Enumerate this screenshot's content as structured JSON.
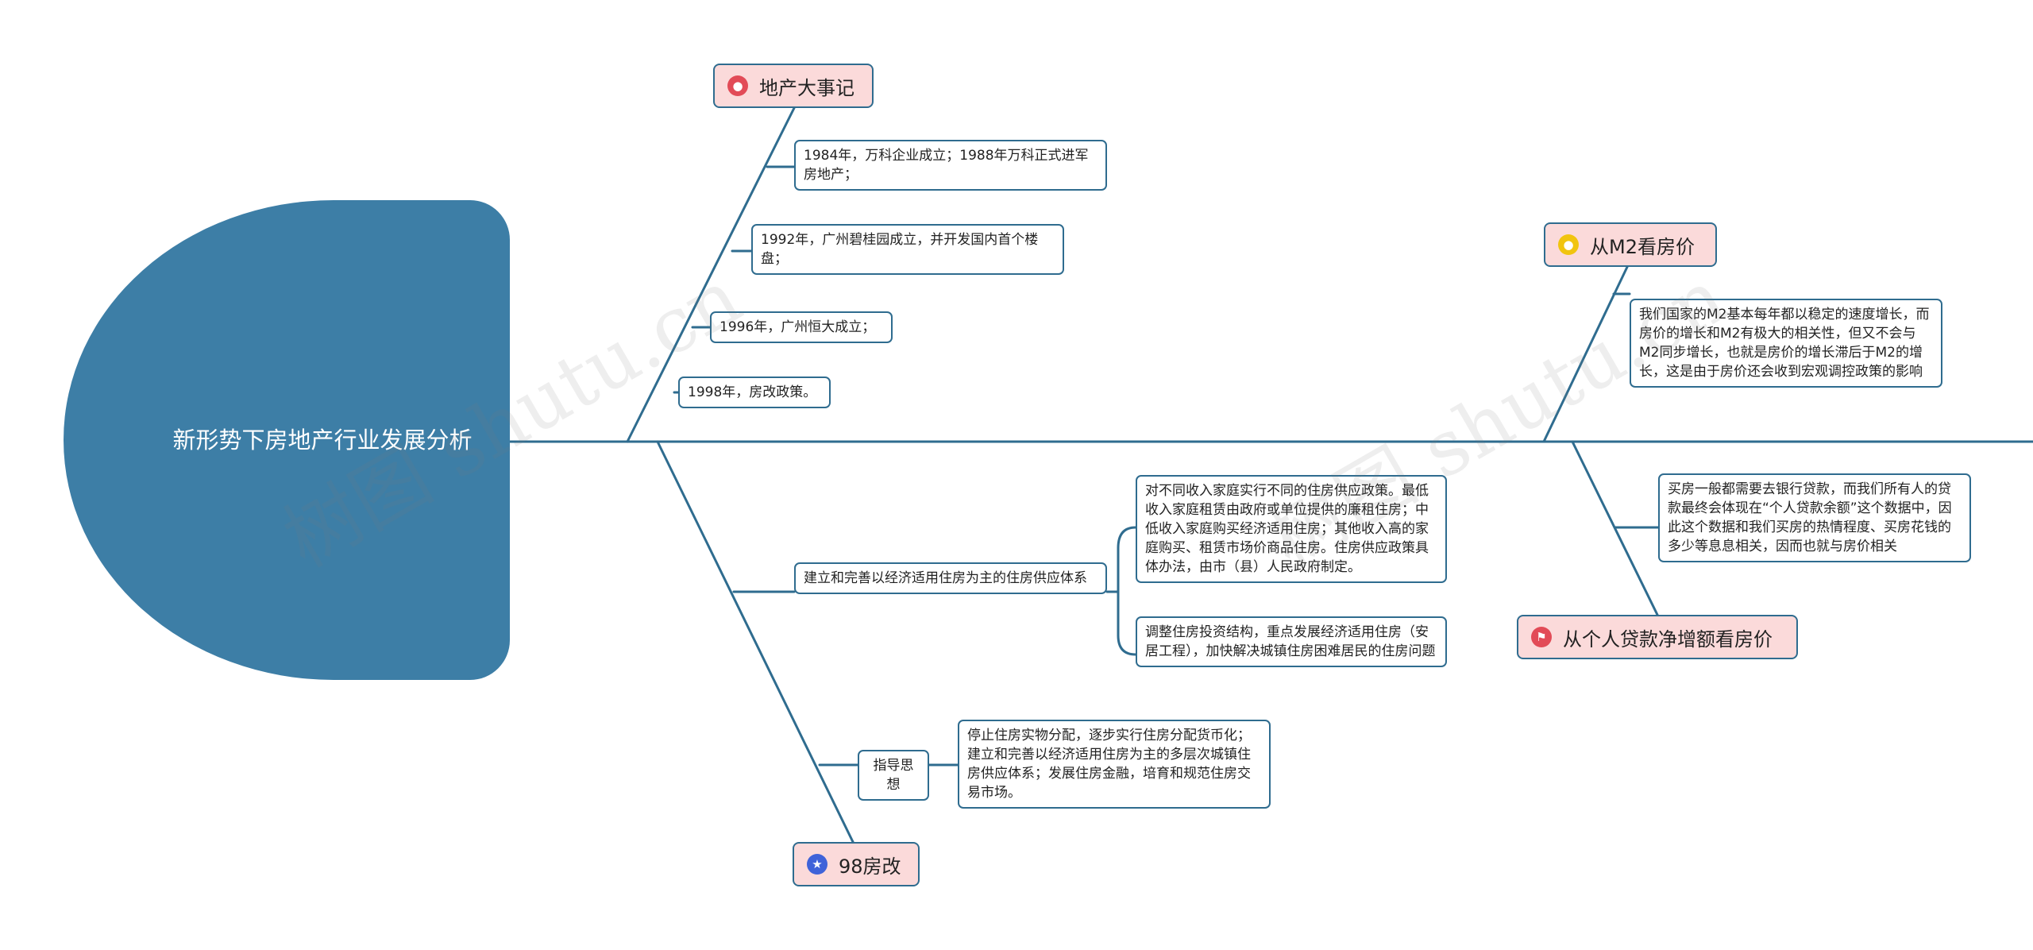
{
  "root": {
    "title": "新形势下房地产行业发展分析"
  },
  "branches": {
    "events": {
      "title": "地产大事记",
      "icon": "person-icon",
      "icon_color": "#e24b57",
      "items": [
        "1984年，万科企业成立；1988年万科正式进军房地产；",
        "1992年，广州碧桂园成立，并开发国内首个楼盘；",
        "1996年，广州恒大成立；",
        "1998年，房改政策。"
      ]
    },
    "reform98": {
      "title": "98房改",
      "icon": "star-icon",
      "icon_color": "#3f63d9",
      "system_label": "建立和完善以经济适用住房为主的住房供应体系",
      "system_details": [
        "对不同收入家庭实行不同的住房供应政策。最低收入家庭租赁由政府或单位提供的廉租住房；中低收入家庭购买经济适用住房；其他收入高的家庭购买、租赁市场价商品住房。住房供应政策具体办法，由市（县）人民政府制定。",
        "调整住房投资结构，重点发展经济适用住房（安居工程），加快解决城镇住房困难居民的住房问题"
      ],
      "guideline_label": "指导思想",
      "guideline_detail": "停止住房实物分配，逐步实行住房分配货币化；建立和完善以经济适用住房为主的多层次城镇住房供应体系；发展住房金融，培育和规范住房交易市场。"
    },
    "m2": {
      "title": "从M2看房价",
      "icon": "person-icon",
      "icon_color": "#f1c40f",
      "detail": "我们国家的M2基本每年都以稳定的速度增长，而房价的增长和M2有极大的相关性，但又不会与M2同步增长，也就是房价的增长滞后于M2的增长，这是由于房价还会收到宏观调控政策的影响"
    },
    "loans": {
      "title": "从个人贷款净增额看房价",
      "icon": "flag-icon",
      "icon_color": "#e24b57",
      "detail": "买房一般都需要去银行贷款，而我们所有人的贷款最终会体现在“个人贷款余额”这个数据中，因此这个数据和我们买房的热情程度、买房花钱的多少等息息相关，因而也就与房价相关"
    }
  },
  "watermark": "树图 shutu.cn",
  "colors": {
    "head": "#3d7ea6",
    "line": "#2f6c8f",
    "topic_fill": "#fbdada"
  }
}
